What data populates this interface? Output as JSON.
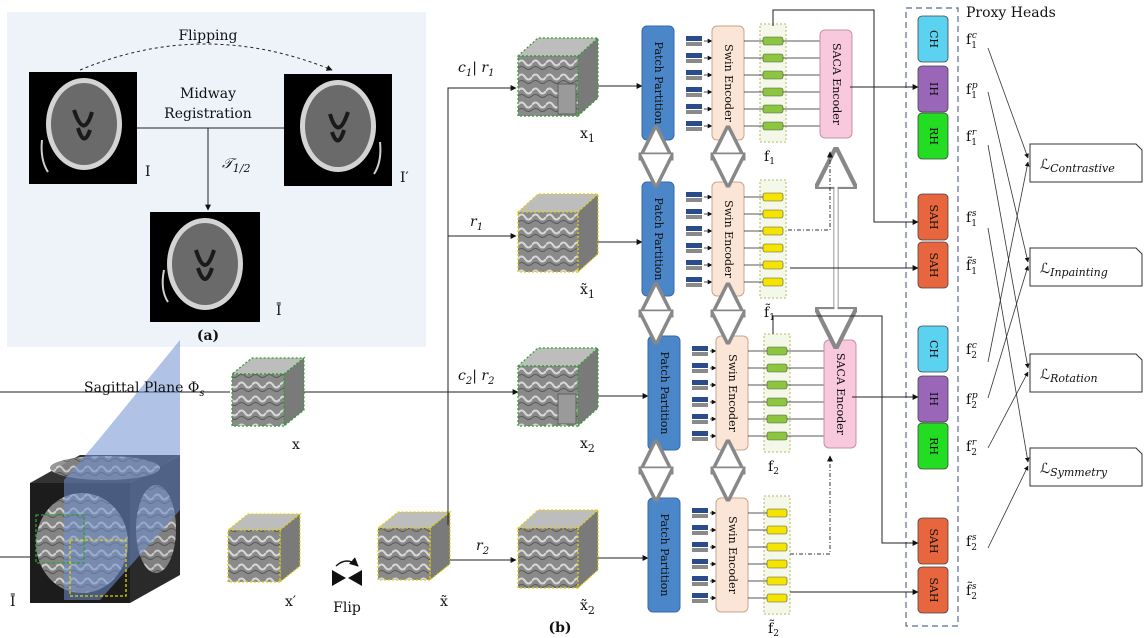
{
  "panel_a": {
    "flipping": "Flipping",
    "midway_line1": "Midway",
    "midway_line2": "Registration",
    "transform": "𝒯",
    "transform_sub": "1/2",
    "img_I": "I",
    "img_Iprime": "I′",
    "img_Ibar": "Ī",
    "caption": "(a)"
  },
  "panel_b": {
    "caption": "(b)",
    "sagittal_label": "Sagittal Plane Φ",
    "sagittal_sub": "s",
    "flip_label": "Flip",
    "vol_Ibar": "Ī",
    "cube_x": "x",
    "cube_xprime": "x′",
    "cube_xtilde": "x̃",
    "cube_x1": "x",
    "cube_x1_sub": "1",
    "cube_xt1": "x̃",
    "cube_xt1_sub": "1",
    "cube_x2": "x",
    "cube_x2_sub": "2",
    "cube_xt2": "x̃",
    "cube_xt2_sub": "2",
    "branch_c1r1": "c",
    "branch_c1r1_a": "1",
    "branch_c1r1_r": "| r",
    "branch_c1r1_b": "1",
    "branch_r1": "r",
    "branch_r1_sub": "1",
    "branch_c2r2": "c",
    "branch_c2r2_a": "2",
    "branch_c2r2_r": "| r",
    "branch_c2r2_b": "2",
    "branch_r2": "r",
    "branch_r2_sub": "2",
    "patch_partition": "Patch Partition",
    "swin_encoder": "Swin Encoder",
    "saca_encoder": "SACA Encoder",
    "feat_f1": "f",
    "feat_f1_sub": "1",
    "feat_ft1": "f̃",
    "feat_ft1_sub": "1",
    "feat_f2": "f",
    "feat_f2_sub": "2",
    "feat_ft2": "f̃",
    "feat_ft2_sub": "2"
  },
  "proxy_heads": {
    "title": "Proxy Heads",
    "CH": "CH",
    "IH": "IH",
    "RH": "RH",
    "SAH": "SAH",
    "f1c": "f",
    "f1c_sup": "c",
    "f1c_sub": "1",
    "f1p": "f",
    "f1p_sup": "p",
    "f1p_sub": "1",
    "f1r": "f",
    "f1r_sup": "r",
    "f1r_sub": "1",
    "f1s": "f",
    "f1s_sup": "s",
    "f1s_sub": "1",
    "ft1s": "f̃",
    "ft1s_sup": "s",
    "ft1s_sub": "1",
    "f2c": "f",
    "f2c_sup": "c",
    "f2c_sub": "2",
    "f2p": "f",
    "f2p_sup": "p",
    "f2p_sub": "2",
    "f2r": "f",
    "f2r_sup": "r",
    "f2r_sub": "2",
    "f2s": "f",
    "f2s_sup": "s",
    "f2s_sub": "2",
    "ft2s": "f̃",
    "ft2s_sup": "s",
    "ft2s_sub": "2"
  },
  "losses": {
    "L": "ℒ",
    "contrastive": "Contrastive",
    "inpainting": "Inpainting",
    "rotation": "Rotation",
    "symmetry": "Symmetry"
  },
  "colors": {
    "patch": "#4a86c8",
    "swin": "#fbe5d6",
    "saca": "#f8c8dc",
    "ch": "#5bd3f0",
    "ih": "#9966b8",
    "rh": "#22dd22",
    "sah": "#e8663e",
    "feat_green": "#8cc63f",
    "feat_yellow": "#f5e400",
    "panel_a_bg": "#eef2f9"
  }
}
